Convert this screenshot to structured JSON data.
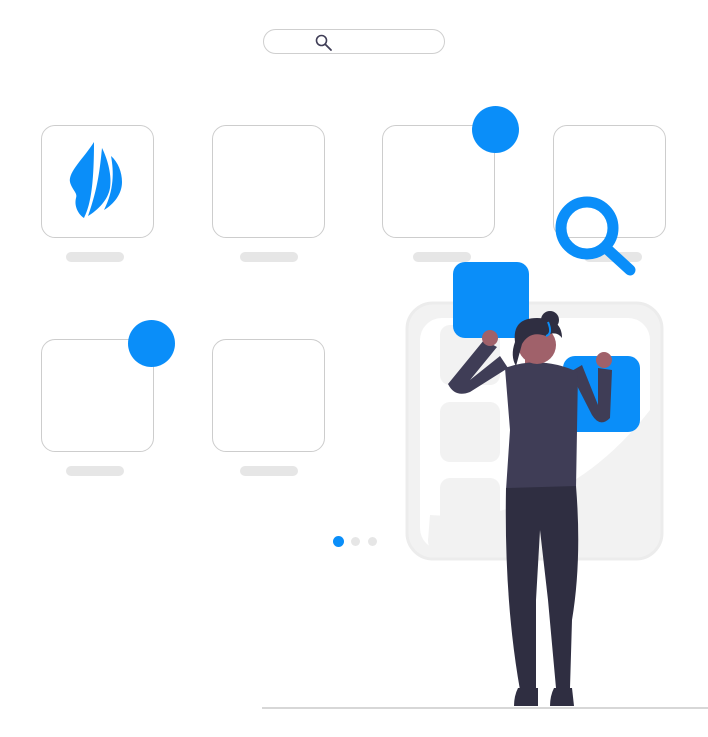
{
  "colors": {
    "accent": "#0a8ef9",
    "tile_border": "#cdcdcd",
    "label_placeholder": "#e6e6e6",
    "panel_background": "#f2f2f2",
    "person_clothing": "#3f3d56",
    "person_skin": "#a0616a",
    "person_hair": "#2f2e41",
    "ground_line": "#cacaca"
  },
  "search": {
    "icon": "search-icon",
    "placeholder": ""
  },
  "app_grid": {
    "tiles": [
      {
        "id": "app-1",
        "icon": "book-pages-logo-icon",
        "badge": false
      },
      {
        "id": "app-2",
        "icon": "",
        "badge": false
      },
      {
        "id": "app-3",
        "icon": "",
        "badge": true
      },
      {
        "id": "app-4",
        "icon": "",
        "badge": false
      },
      {
        "id": "app-5",
        "icon": "",
        "badge": true
      },
      {
        "id": "app-6",
        "icon": "",
        "badge": false
      }
    ]
  },
  "pagination": {
    "pages": 3,
    "current": 1
  },
  "illustration": {
    "magnifier": "magnifying-glass-icon",
    "figure": "person-placing-app-blocks"
  }
}
